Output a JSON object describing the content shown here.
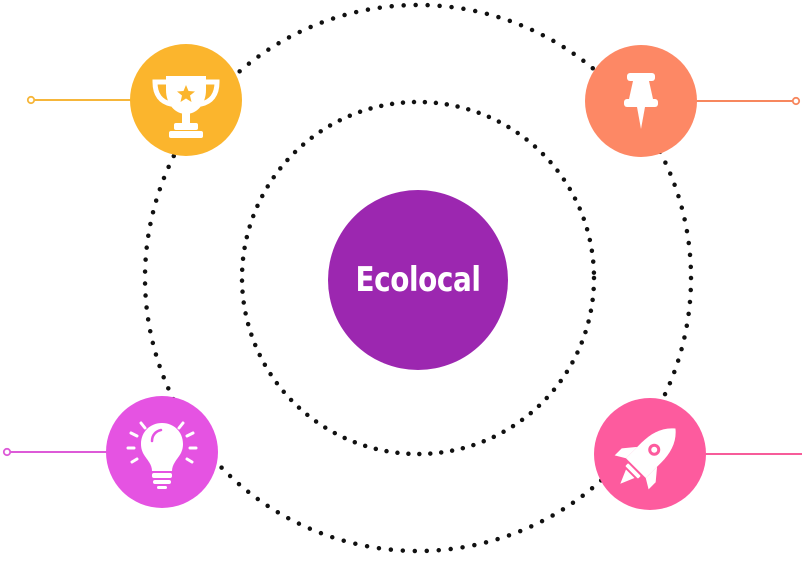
{
  "center": {
    "label": "Ecolocal",
    "color": "#9c27b0"
  },
  "nodes": [
    {
      "id": "top-left",
      "icon": "trophy-icon",
      "color": "#fbb52d",
      "line_color": "#f6b63a"
    },
    {
      "id": "top-right",
      "icon": "pushpin-icon",
      "color": "#fd8865",
      "line_color": "#f7875e"
    },
    {
      "id": "bottom-left",
      "icon": "lightbulb-icon",
      "color": "#e553e2",
      "line_color": "#dd5ad8"
    },
    {
      "id": "bottom-right",
      "icon": "rocket-icon",
      "color": "#fd5b9e",
      "line_color": "#f75c9a"
    }
  ],
  "orbits": {
    "outer_style": "dotted",
    "inner_style": "dotted",
    "color": "#111111"
  }
}
